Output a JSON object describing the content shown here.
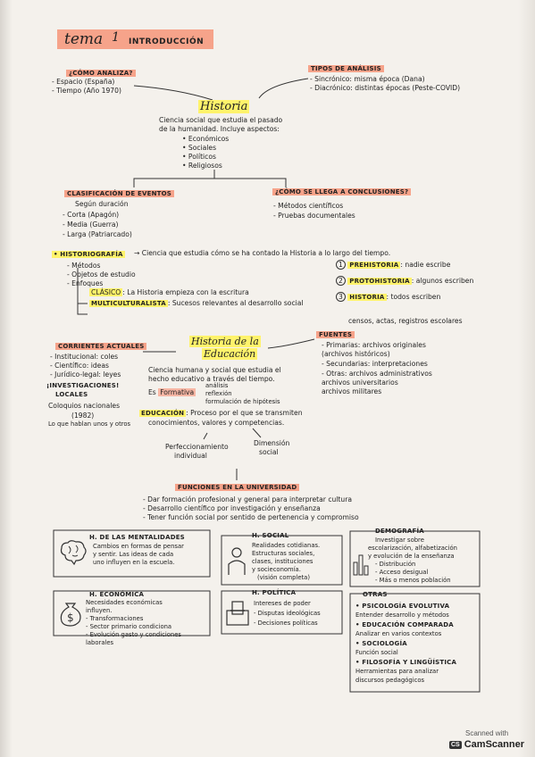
{
  "header": {
    "tema": "tema",
    "num": "1",
    "intro": "INTRODUCCIÓN"
  },
  "como_analiza": {
    "title": "¿CÓMO ANALIZA?",
    "items": [
      "- Espacio (España)",
      "- Tiempo (Año 1970)"
    ]
  },
  "tipos_analisis": {
    "title": "TIPOS DE ANÁLISIS",
    "items": [
      "- Sincrónico: misma época (Dana)",
      "- Diacrónico: distintas épocas (Peste-COVID)"
    ]
  },
  "historia": {
    "title": "Historia",
    "desc1": "Ciencia social que estudia el pasado",
    "desc2": "de la humanidad. Incluye aspectos:",
    "aspects": [
      "• Económicos",
      "• Sociales",
      "• Políticos",
      "• Religiosos"
    ]
  },
  "clasificacion": {
    "title": "CLASIFICACIÓN DE EVENTOS",
    "subtitle": "Según duración",
    "items": [
      "- Corta (Apagón)",
      "- Media (Guerra)",
      "- Larga (Patriarcado)"
    ]
  },
  "como_conclusiones": {
    "title": "¿CÓMO SE LLEGA A CONCLUSIONES?",
    "items": [
      "- Métodos científicos",
      "- Pruebas documentales"
    ]
  },
  "historiografia": {
    "label": "• HISTORIOGRAFÍA",
    "desc": "→ Ciencia que estudia cómo se ha contado la Historia a lo largo del tiempo.",
    "items": [
      "- Métodos",
      "- Objetos de estudio",
      "- Enfoques"
    ],
    "clasico_label": "CLÁSICO",
    "clasico_desc": ": La Historia empieza con la escritura",
    "multi_label": "MULTICULTURALISTA",
    "multi_desc": ": Sucesos relevantes al desarrollo social",
    "periods": [
      {
        "num": "1",
        "label": "PREHISTORIA",
        "desc": ": nadie escribe"
      },
      {
        "num": "2",
        "label": "PROTOHISTORIA",
        "desc": ": algunos escriben"
      },
      {
        "num": "3",
        "label": "HISTORIA",
        "desc": ": todos escriben"
      }
    ]
  },
  "corrientes": {
    "title": "CORRIENTES ACTUALES",
    "items": [
      "- Institucional: coles",
      "- Científico: ideas",
      "- Jurídico-legal: leyes"
    ],
    "investigaciones": "¡INVESTIGACIONES!",
    "locales": "LOCALES",
    "coloquios": "Coloquios nacionales",
    "year": "(1982)",
    "nota": "Lo que hablan unos y otros"
  },
  "historia_educacion": {
    "title1": "Historia de la",
    "title2": "Educación",
    "desc1": "Ciencia humana y social que estudia el",
    "desc2": "hecho educativo a través del tiempo.",
    "es": "Es",
    "formativa": "Formativa",
    "analisis": "análisis",
    "reflexion": "reflexión",
    "formulacion": "formulación de hipótesis",
    "educacion_label": "EDUCACIÓN",
    "educacion_desc1": ": Proceso por el que se transmiten",
    "educacion_desc2": "conocimientos, valores y competencias.",
    "perf1": "Perfeccionamiento",
    "perf2": "individual",
    "dim1": "Dimensión",
    "dim2": "social"
  },
  "fuentes": {
    "title": "FUENTES",
    "top": "censos, actas, registros escolares",
    "items": [
      "- Primarias: archivos originales",
      "  (archivos históricos)",
      "- Secundarias: interpretaciones",
      "- Otras: archivos administrativos",
      "  archivos universitarios",
      "  archivos militares"
    ]
  },
  "funciones": {
    "title": "FUNCIONES EN LA UNIVERSIDAD",
    "items": [
      "- Dar formación profesional y general para interpretar cultura",
      "- Desarrollo científico por investigación y enseñanza",
      "- Tener función social por sentido de pertenencia y compromiso"
    ]
  },
  "mentalidades": {
    "title": "H. DE LAS MENTALIDADES",
    "lines": [
      "Cambios en formas de pensar",
      "y sentir. Las ideas de cada",
      "uno influyen en la escuela."
    ]
  },
  "hsocial": {
    "title": "H. SOCIAL",
    "lines": [
      "Realidades cotidianas.",
      "Estructuras sociales,",
      "clases, instituciones",
      "y socieconomía.",
      "(visión completa)"
    ]
  },
  "demografia": {
    "title": "DEMOGRAFÍA",
    "lines": [
      "Investigar sobre",
      "escolarización, alfabetización",
      "y evolución de la enseñanza",
      "- Distribución",
      "- Acceso desigual",
      "- Más o menos población"
    ]
  },
  "heconomica": {
    "title": "H. ECONÓMICA",
    "lines": [
      "Necesidades económicas",
      "influyen.",
      "- Transformaciones",
      "- Sector primario condiciona",
      "- Evolución gasto y condiciones",
      "laborales"
    ]
  },
  "hpolitica": {
    "title": "H. POLÍTICA",
    "lines": [
      "Intereses de poder",
      "- Disputas ideológicas",
      "- Decisiones políticas"
    ]
  },
  "otras": {
    "title": "OTRAS",
    "lines": [
      "• PSICOLOGÍA EVOLUTIVA",
      "Entender desarrollo y métodos",
      "• EDUCACIÓN COMPARADA",
      "Analizar en varios contextos",
      "• SOCIOLOGÍA",
      "Función social",
      "• FILOSOFÍA Y LINGÜÍSTICA",
      "Herramientas para analizar",
      "discursos pedagógicos"
    ]
  },
  "footer": {
    "scanned": "Scanned with",
    "brand": "CamScanner",
    "badge": "CS"
  },
  "colors": {
    "paper": "#f4f1ec",
    "orange": "#f6a38a",
    "yellow": "#fff36b",
    "ink": "#222222"
  }
}
